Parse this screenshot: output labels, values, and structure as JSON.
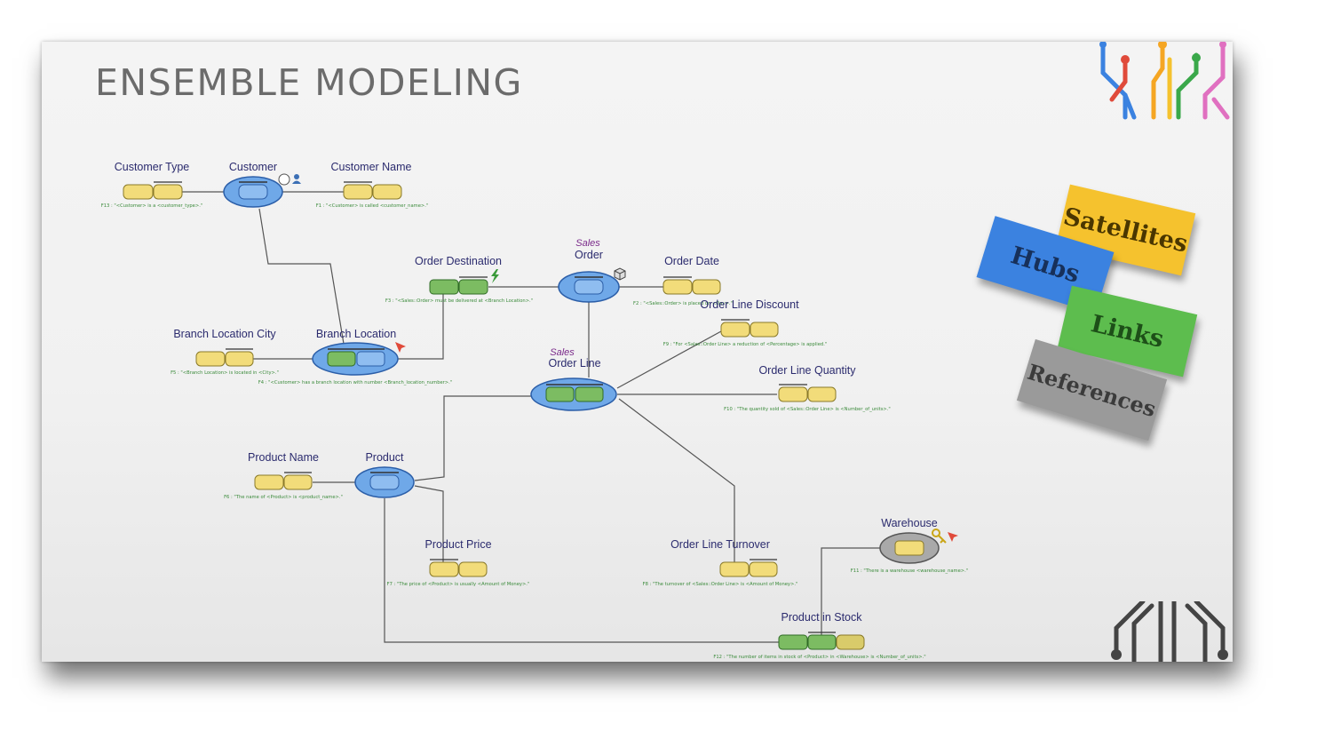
{
  "slide": {
    "title": "ENSEMBLE MODELING"
  },
  "hubs": {
    "customer": "Customer",
    "order": "Order",
    "order_prefix": "Sales",
    "order_line": "Order Line",
    "order_line_prefix": "Sales",
    "branch_location": "Branch Location",
    "product": "Product",
    "warehouse": "Warehouse"
  },
  "attributes": {
    "customer_type": "Customer Type",
    "customer_name": "Customer Name",
    "order_destination": "Order Destination",
    "order_date": "Order Date",
    "order_line_discount": "Order Line Discount",
    "order_line_quantity": "Order Line Quantity",
    "branch_location_city": "Branch Location City",
    "product_name": "Product Name",
    "product_price": "Product Price",
    "order_line_turnover": "Order Line Turnover",
    "product_in_stock": "Product in Stock"
  },
  "facts": {
    "f13": "F13 : \"<Customer> is a <customer_type>.\"",
    "f1": "F1 : \"<Customer> is called <customer_name>.\"",
    "f3": "F3 : \"<Sales::Order> must be delivered at <Branch Location>.\"",
    "f2": "F2 : \"<Sales::Order> is placed on <Day>.\"",
    "f9": "F9 : \"For <Sales::Order Line> a reduction of <Percentage> is applied.\"",
    "f10": "F10 : \"The quantity sold of <Sales::Order Line> is <Number_of_units>.\"",
    "f5": "F5 : \"<Branch Location> is located in <City>.\"",
    "f4": "F4 : \"<Customer> has a branch location with number <Branch_location_number>.\"",
    "f6": "F6 : \"The name of <Product> is <product_name>.\"",
    "f7": "F7 : \"The price of <Product> is usually <Amount of Money>.\"",
    "f8": "F8 : \"The turnover of <Sales::Order Line> is <Amount of Money>.\"",
    "f11": "F11 : \"There is a warehouse <warehouse_name>.\"",
    "f12": "F12 : \"The number of items in stock of <Product> in <Warehouse> is <Number_of_units>.\""
  },
  "legend": {
    "satellites": "Satellites",
    "hubs": "Hubs",
    "links": "Links",
    "references": "References"
  },
  "icons": [
    "user-icon",
    "cube-icon",
    "lightning-icon",
    "arrow-cursor-icon",
    "key-icon"
  ],
  "colors": {
    "hub": "#6fa8e8",
    "satellite": "#f2dc7a",
    "link": "#7cbc62",
    "reference": "#a9a9a9",
    "label": "#2b2b6e"
  }
}
